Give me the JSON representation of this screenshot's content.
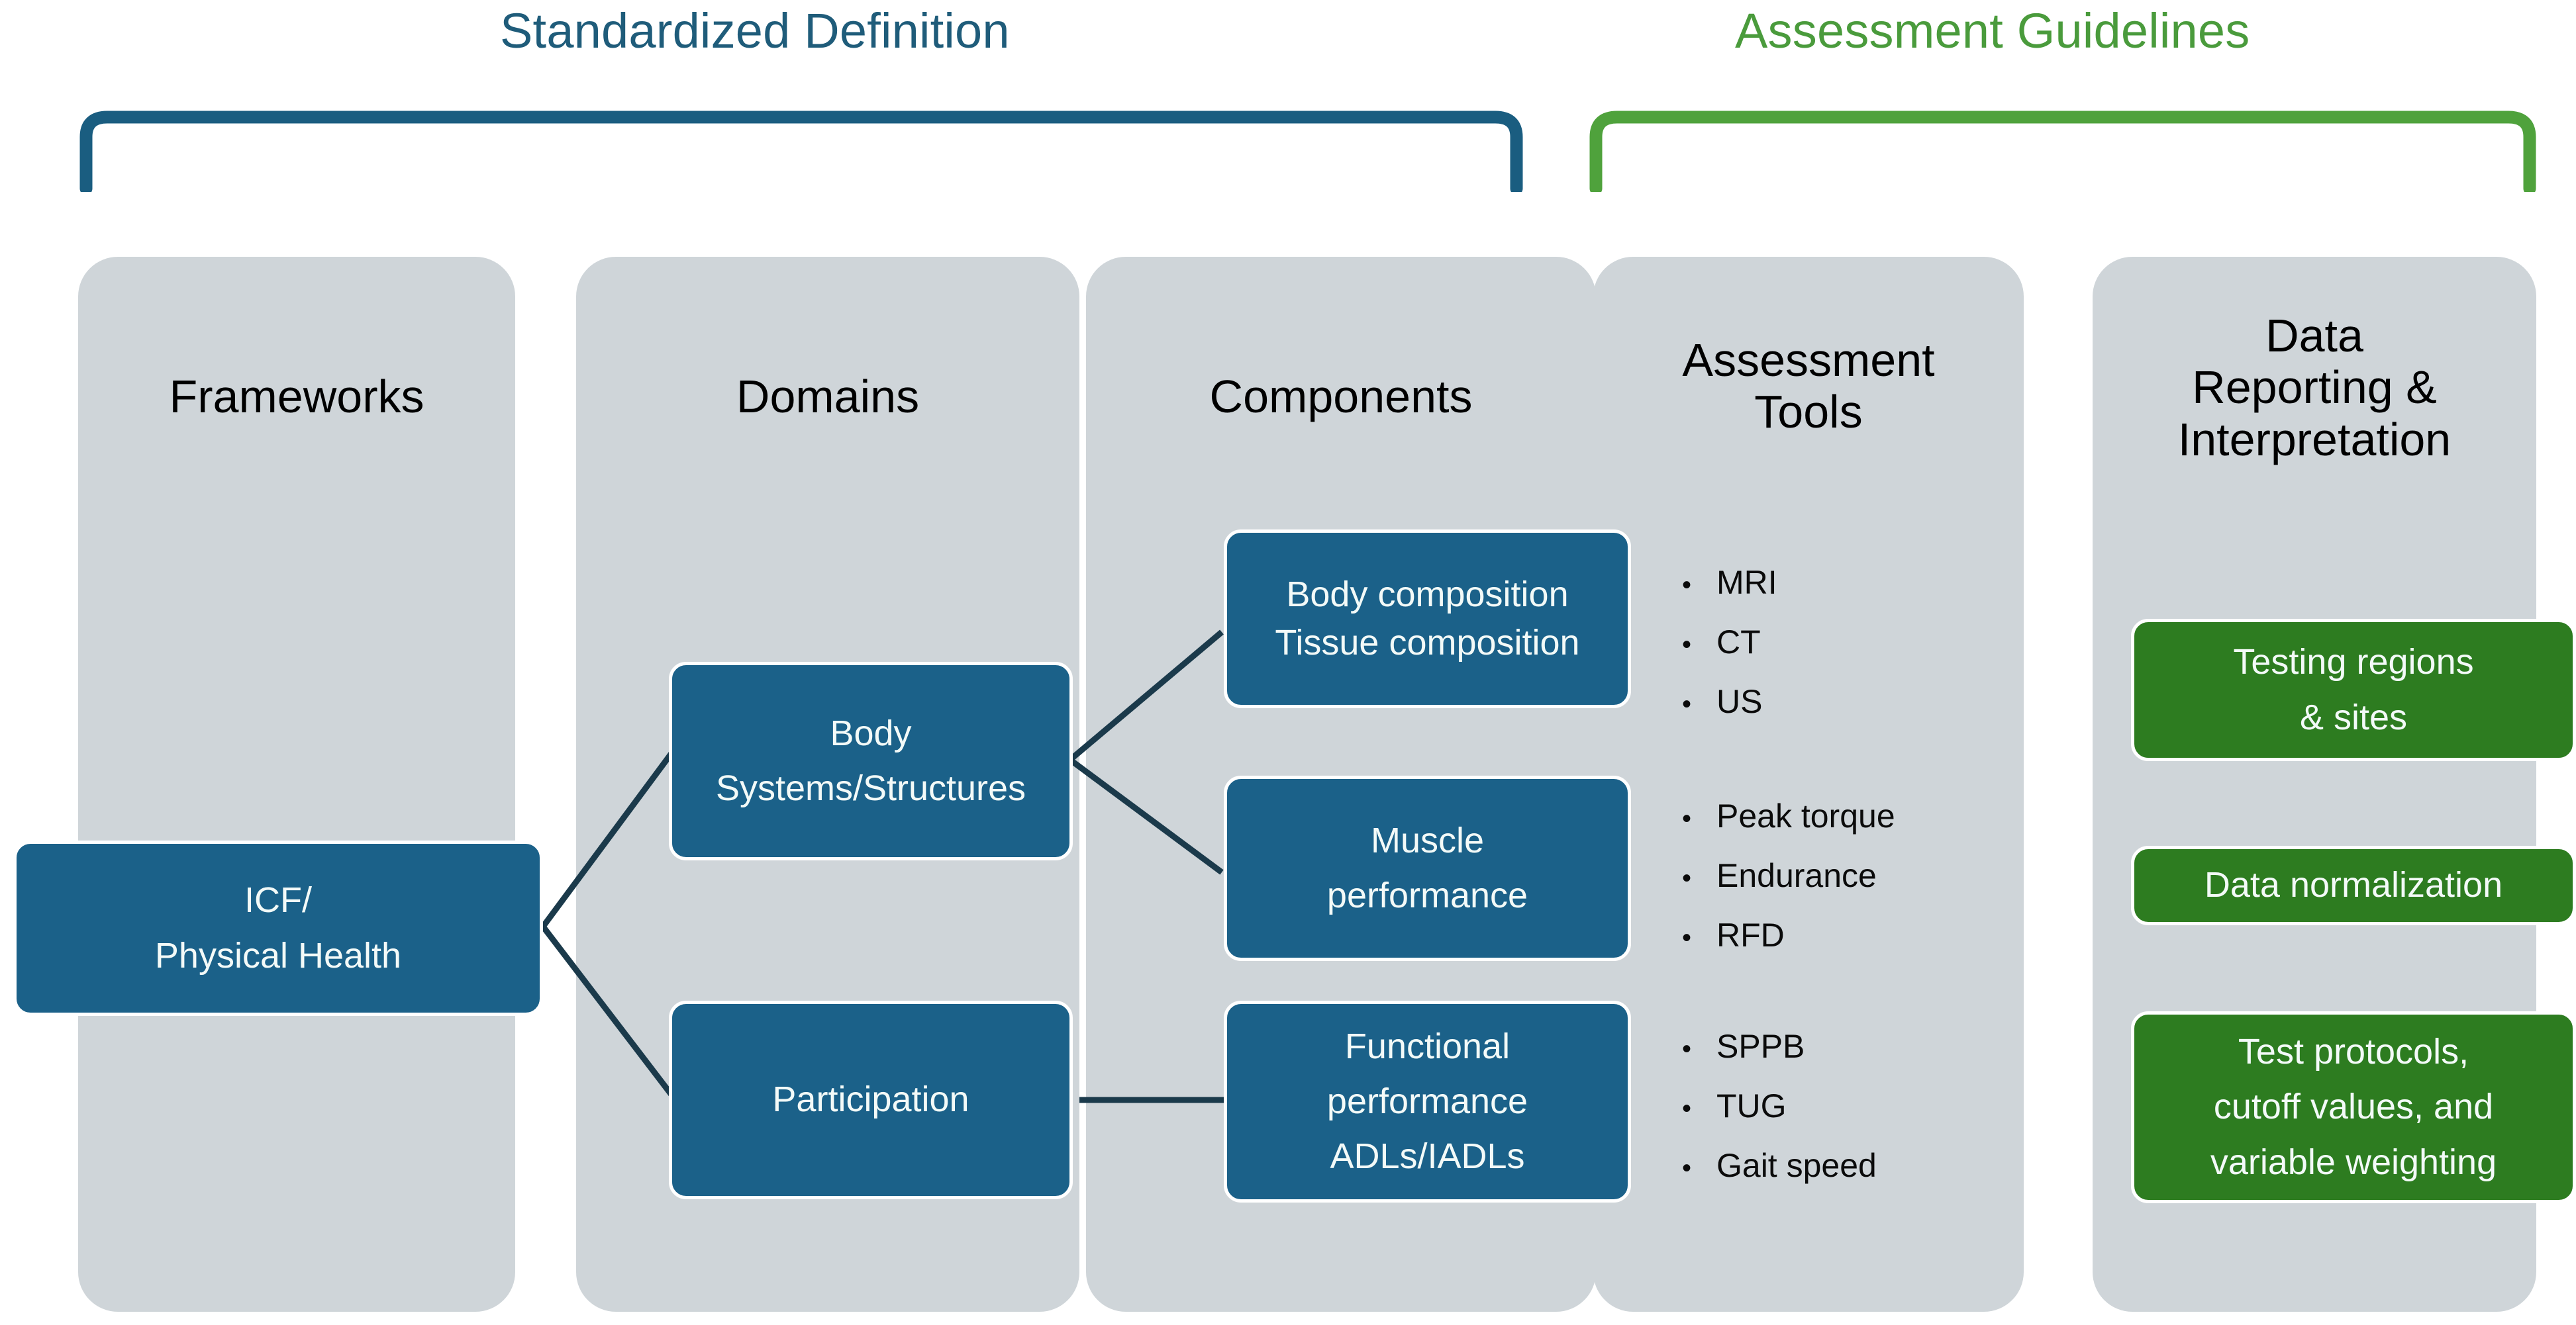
{
  "sections": [
    {
      "id": "standardized",
      "label": "Standardized Definition",
      "color": "#1F5C7A"
    },
    {
      "id": "assessment",
      "label": "Assessment Guidelines",
      "color": "#4A9B3C"
    }
  ],
  "columns": [
    {
      "id": "frameworks",
      "header": "Frameworks"
    },
    {
      "id": "domains",
      "header": "Domains"
    },
    {
      "id": "components",
      "header": "Components"
    },
    {
      "id": "tools",
      "header": "Assessment\nTools"
    },
    {
      "id": "reporting",
      "header": "Data\nReporting &\nInterpretation"
    }
  ],
  "frameworks": {
    "box": {
      "line1": "ICF/",
      "line2": "Physical Health"
    }
  },
  "domains": {
    "body_systems": {
      "line1": "Body",
      "line2": "Systems/Structures"
    },
    "participation": {
      "line1": "Participation"
    }
  },
  "components": {
    "composition": {
      "line1": "Body composition",
      "line2": "Tissue composition"
    },
    "muscle": {
      "line1": "Muscle",
      "line2": "performance"
    },
    "functional": {
      "line1": "Functional",
      "line2": "performance",
      "line3": "ADLs/IADLs"
    }
  },
  "assessment_tools": {
    "group_imaging": [
      "MRI",
      "CT",
      "US"
    ],
    "group_muscle": [
      "Peak torque",
      "Endurance",
      "RFD"
    ],
    "group_functional": [
      "SPPB",
      "TUG",
      "Gait speed"
    ],
    "bullet_glyph": "•"
  },
  "data_reporting": {
    "testing_regions": {
      "line1": "Testing regions",
      "line2": "& sites"
    },
    "normalization": {
      "line1": "Data normalization"
    },
    "protocols": {
      "line1": "Test protocols,",
      "line2": "cutoff values, and",
      "line3": "variable weighting"
    }
  },
  "colors": {
    "panel_gray": "#CFD5D9",
    "box_blue": "#1B6189",
    "box_green": "#2D7C20",
    "bracket_blue": "#1A5D80",
    "bracket_green": "#4FA23C",
    "connector": "#1B3A4B",
    "text_dark": "#000000",
    "text_light": "#F3FAF8"
  }
}
